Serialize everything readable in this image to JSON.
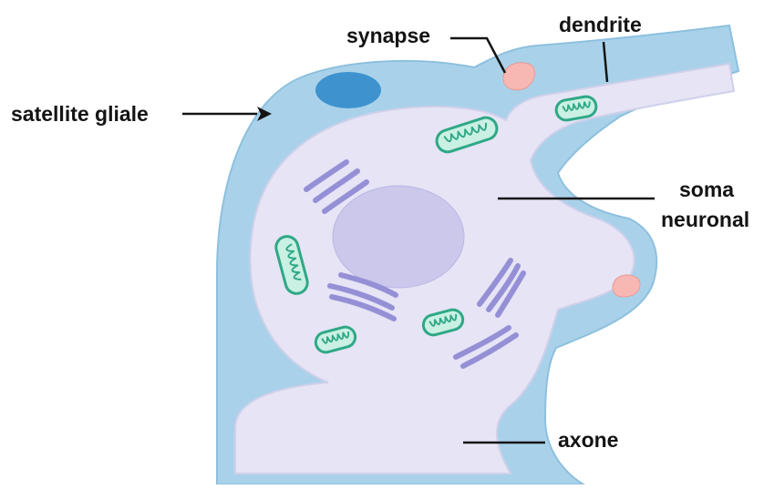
{
  "diagram": {
    "labels": {
      "synapse": "synapse",
      "dendrite": "dendrite",
      "satellite": "satellite gliale",
      "soma_line1": "soma",
      "soma_line2": "neuronal",
      "axone": "axone"
    },
    "colors": {
      "glia": "#a9d2ea",
      "glia_edge": "#8dc0de",
      "neuron": "#e6e4f5",
      "nucleus": "#cbc8ec",
      "glia_nucleus": "#3e93cf",
      "synapse": "#f7b7b2",
      "mito_fill": "#c9f0e3",
      "mito_edge": "#2fa886",
      "er": "#9590d6",
      "line": "#141414"
    }
  }
}
